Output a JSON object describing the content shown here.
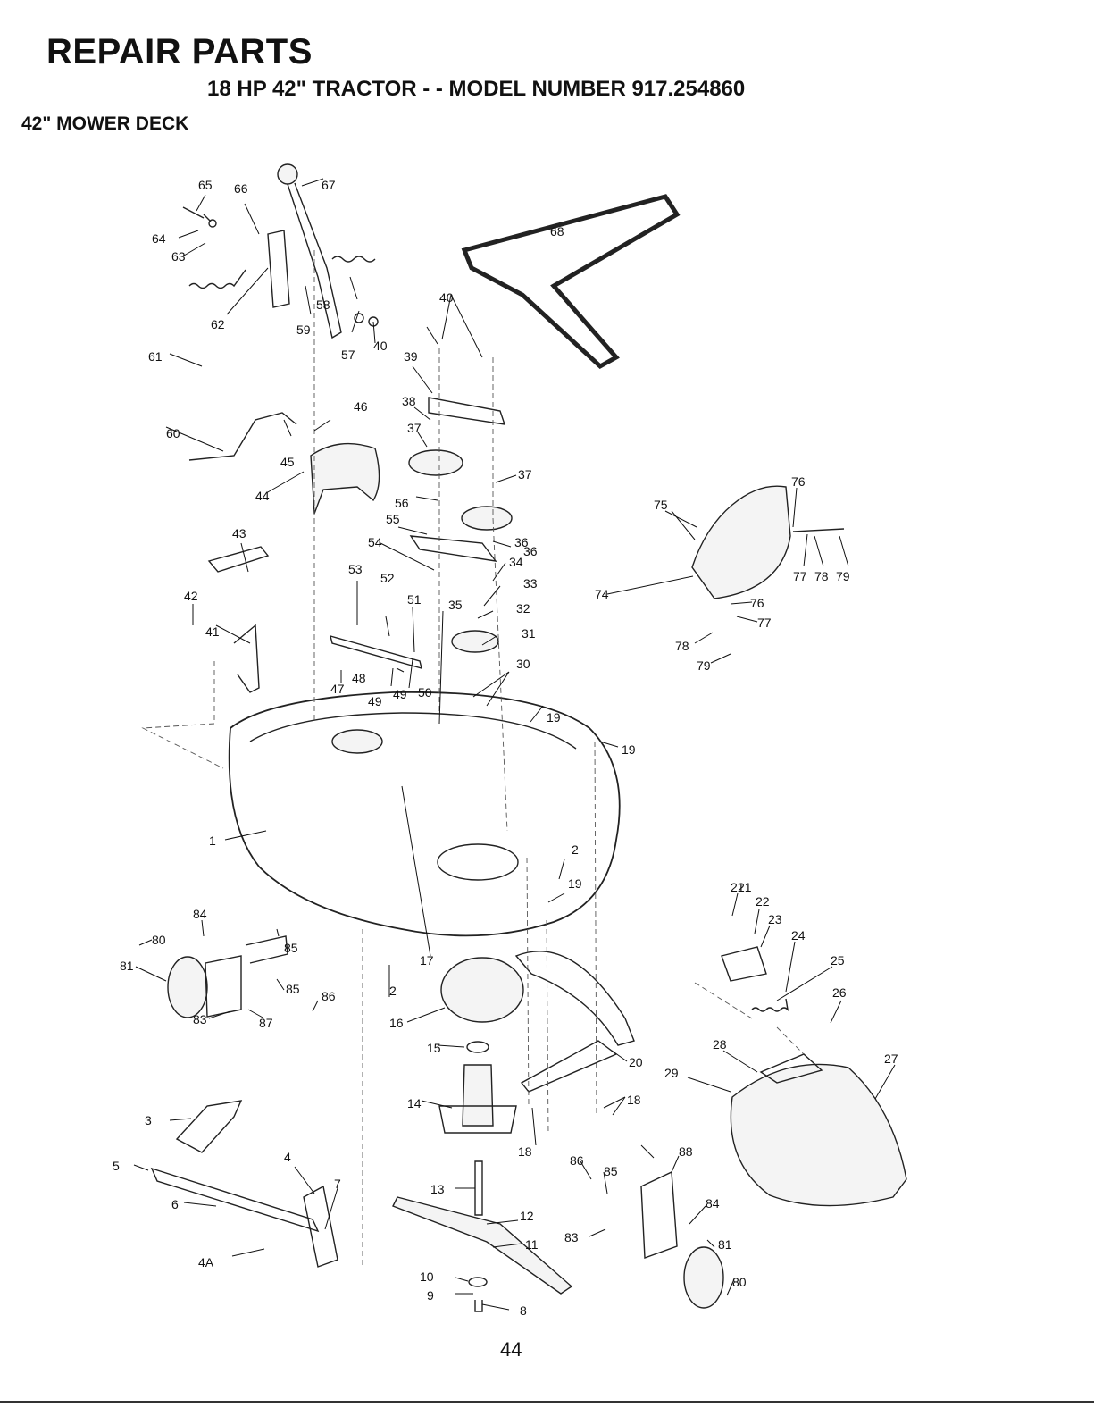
{
  "header": {
    "title": "REPAIR PARTS",
    "subtitle": "18 HP 42\" TRACTOR - - MODEL NUMBER 917.254860",
    "section": "42\" MOWER DECK"
  },
  "page_number": "44",
  "callouts": [
    "1",
    "2",
    "2",
    "3",
    "4",
    "4A",
    "5",
    "6",
    "7",
    "8",
    "9",
    "10",
    "11",
    "12",
    "13",
    "14",
    "15",
    "16",
    "17",
    "18",
    "18",
    "19",
    "19",
    "19",
    "20",
    "21",
    "21",
    "22",
    "23",
    "24",
    "25",
    "26",
    "27",
    "28",
    "29",
    "30",
    "31",
    "32",
    "33",
    "34",
    "35",
    "36",
    "36",
    "37",
    "37",
    "38",
    "39",
    "40",
    "40",
    "41",
    "42",
    "43",
    "44",
    "45",
    "46",
    "47",
    "48",
    "49",
    "49",
    "50",
    "51",
    "52",
    "53",
    "54",
    "55",
    "56",
    "57",
    "58",
    "59",
    "60",
    "61",
    "62",
    "63",
    "64",
    "65",
    "66",
    "67",
    "68",
    "74",
    "75",
    "76",
    "76",
    "77",
    "77",
    "78",
    "78",
    "79",
    "79",
    "80",
    "80",
    "81",
    "81",
    "83",
    "83",
    "84",
    "84",
    "85",
    "85",
    "85",
    "86",
    "86",
    "87",
    "88"
  ]
}
